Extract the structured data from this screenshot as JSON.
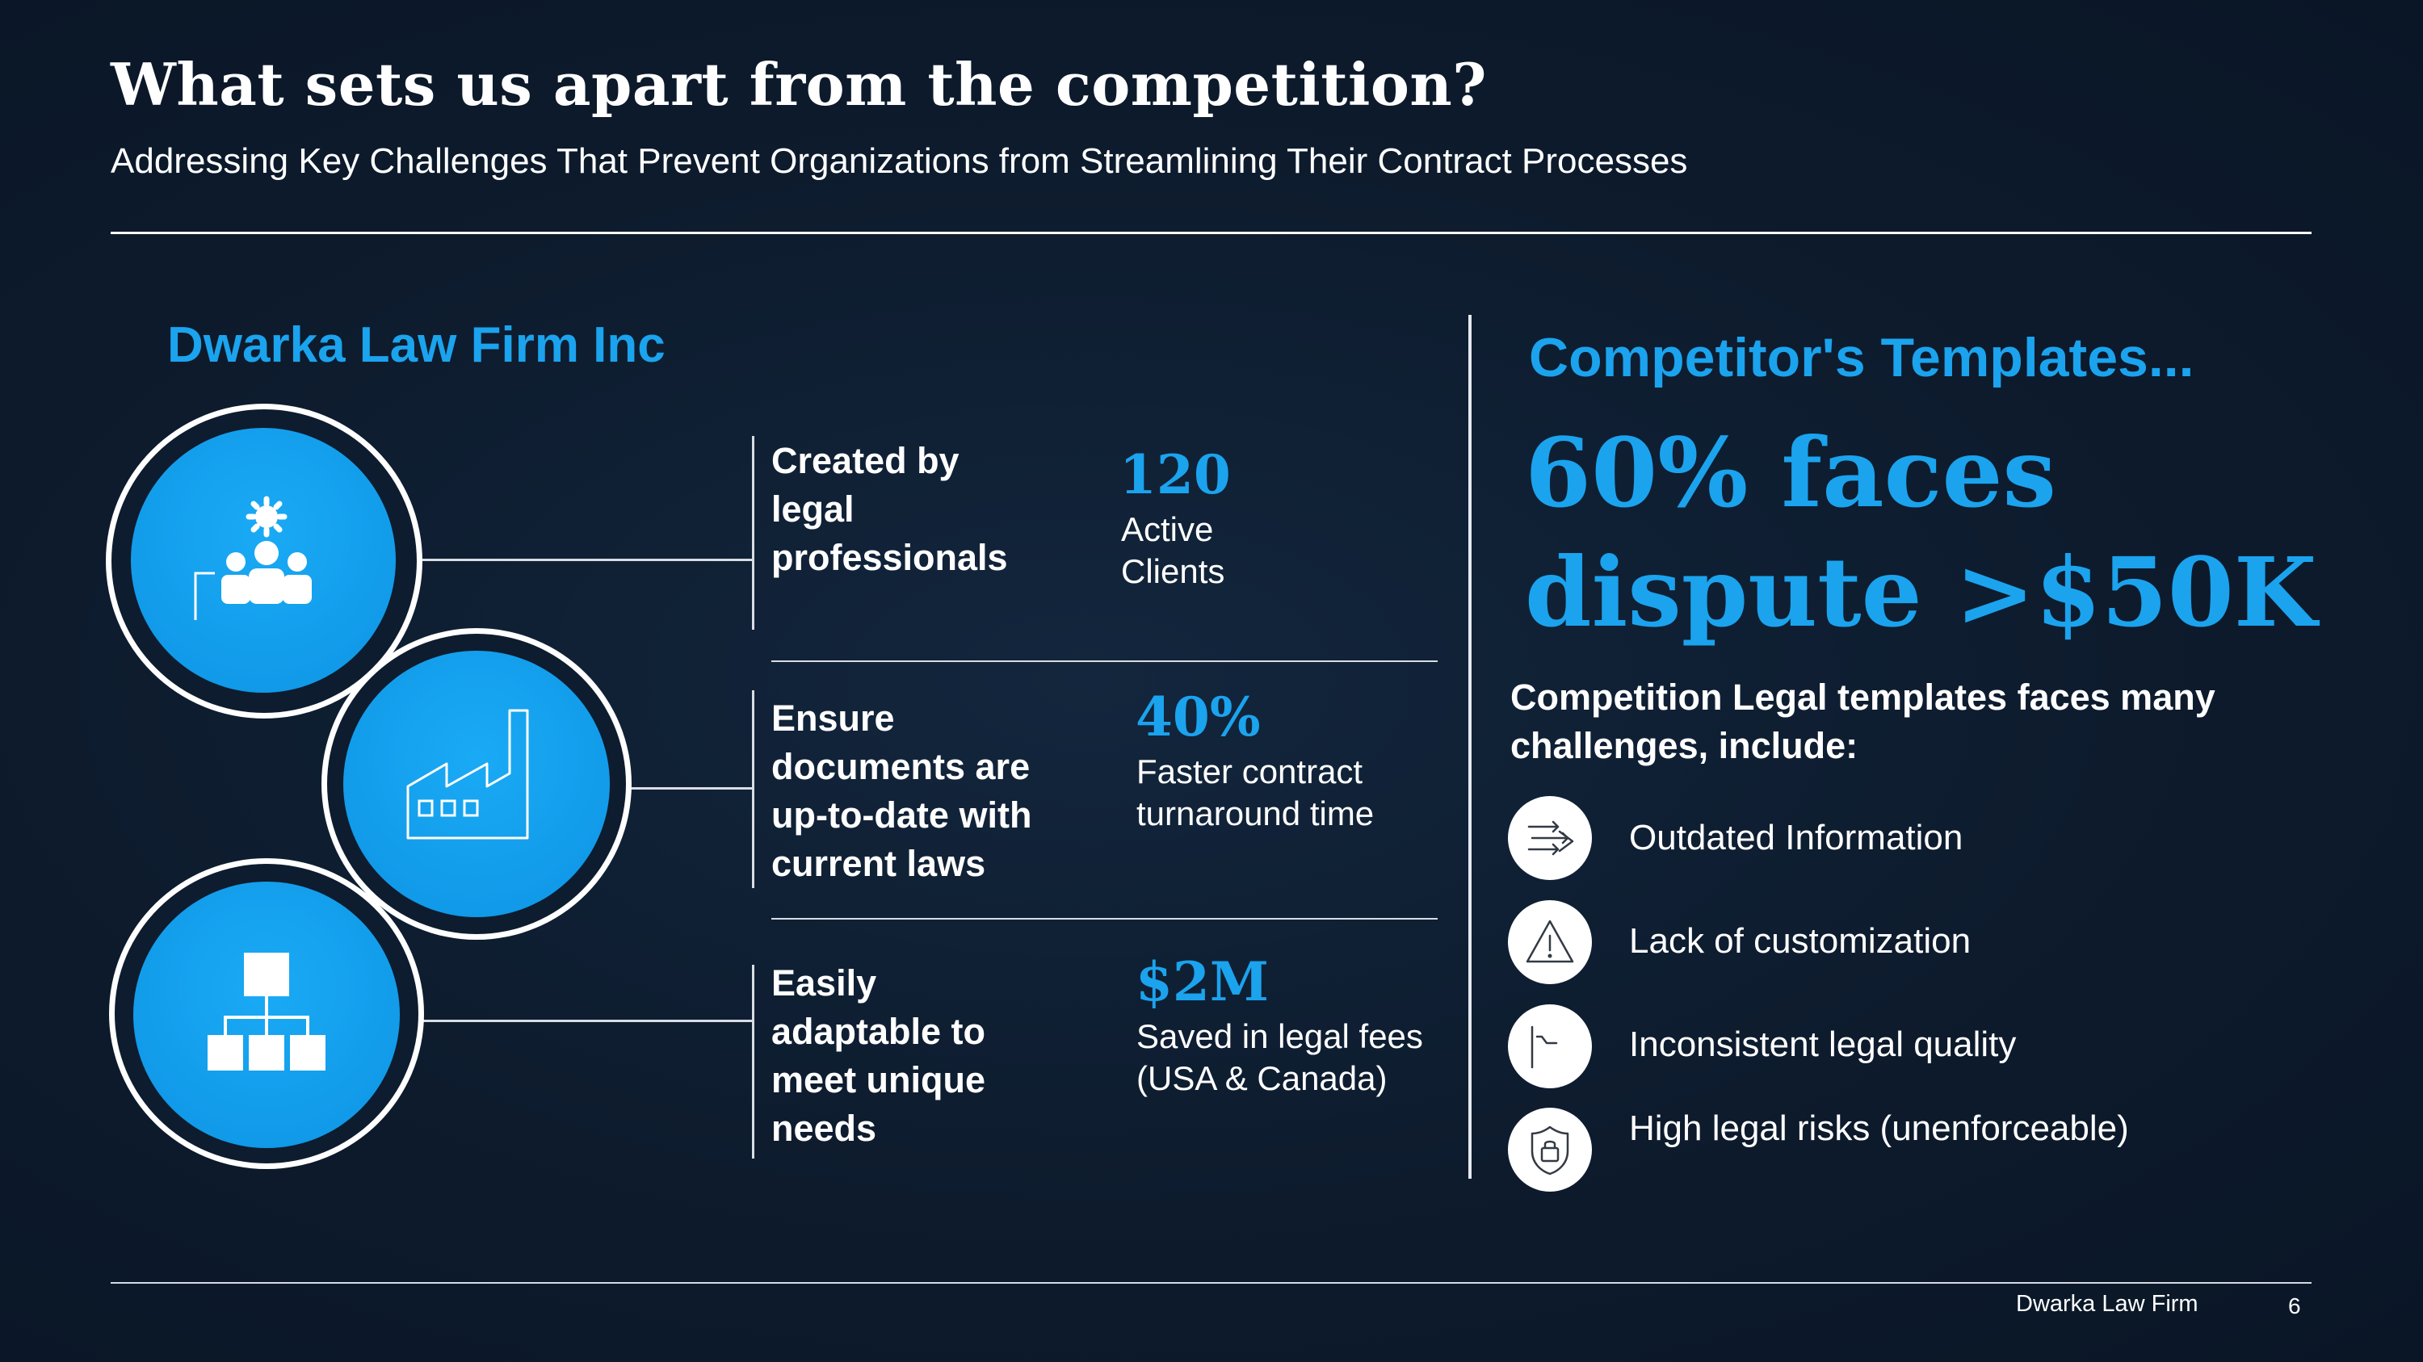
{
  "header": {
    "title": "What sets us apart from the competition?",
    "subtitle": "Addressing Key Challenges That Prevent Organizations from Streamlining Their Contract Processes"
  },
  "firm": {
    "name": "Dwarka Law Firm Inc",
    "features": [
      {
        "icon": "team-gear-icon",
        "lines": [
          "Created by",
          "legal",
          "professionals"
        ],
        "stat_value": "120",
        "stat_lines": [
          "Active",
          "Clients"
        ]
      },
      {
        "icon": "factory-icon",
        "lines": [
          "Ensure",
          "documents are",
          "up-to-date with",
          "current laws"
        ],
        "stat_value": "40%",
        "stat_lines": [
          "Faster contract",
          "turnaround time"
        ]
      },
      {
        "icon": "org-chart-icon",
        "lines": [
          "Easily",
          "adaptable to",
          "meet unique",
          "needs"
        ],
        "stat_value": "$2M",
        "stat_lines": [
          "Saved in legal fees",
          "(USA & Canada)"
        ]
      }
    ]
  },
  "competitor": {
    "title": "Competitor's Templates...",
    "headline_lines": [
      "60% faces",
      "dispute >$50K"
    ],
    "intro_lines": [
      "Competition Legal templates faces many",
      "challenges, include:"
    ],
    "challenges": [
      {
        "icon": "arrows-icon",
        "label": "Outdated Information"
      },
      {
        "icon": "warning-icon",
        "label": "Lack of customization"
      },
      {
        "icon": "graph-icon",
        "label": "Inconsistent legal quality"
      },
      {
        "icon": "lock-icon",
        "label": "High legal risks (unenforceable)"
      }
    ]
  },
  "footer": {
    "firm": "Dwarka Law Firm",
    "page": "6"
  },
  "colors": {
    "background": "#0e1c2f",
    "accent": "#1ba3ee",
    "text": "#ffffff"
  }
}
